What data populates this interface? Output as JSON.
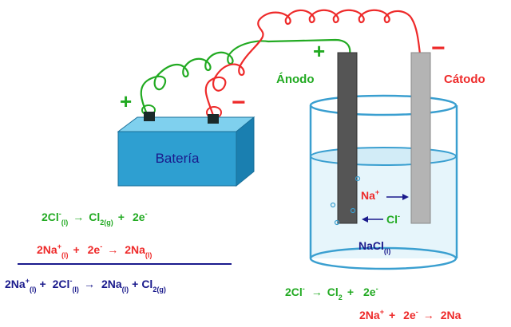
{
  "colors": {
    "green": "#22aa22",
    "red": "#ee2a2a",
    "navy": "#1a1a8c",
    "battery": "#2e9fd1"
  },
  "battery": {
    "label": "Batería",
    "pos_sign": "+",
    "neg_sign": "−"
  },
  "electrodes": {
    "anode_label": "Ánodo",
    "anode_sign": "+",
    "cathode_label": "Cátodo",
    "cathode_sign": "−"
  },
  "ions": {
    "na_base": "Na",
    "na_sup": "+",
    "cl_base": "Cl",
    "cl_sup": "-",
    "salt_base": "NaCl",
    "salt_sub": "(l)"
  },
  "equations": {
    "eq1": {
      "a_base": "2Cl",
      "a_sup": "-",
      "a_sub": "(l)",
      "arrow": "→",
      "b_base": "Cl",
      "b_sub": "2(g)",
      "plus": "+",
      "c": "2e",
      "c_sup": "-"
    },
    "eq2": {
      "a_base": "2Na",
      "a_sup": "+",
      "a_sub": "(l)",
      "plus": "+",
      "b": "2e",
      "b_sup": "-",
      "arrow": "→",
      "c_base": "2Na",
      "c_sub": "(l)"
    },
    "eq3": {
      "a_base": "2Na",
      "a_sup": "+",
      "a_sub": "(l)",
      "plus": "+",
      "b_base": "2Cl",
      "b_sup": "-",
      "b_sub": "(l)",
      "arrow": "→",
      "c_base": "2Na",
      "c_sub": "(l)",
      "plus2": "+",
      "d_base": "Cl",
      "d_sub": "2(g)"
    },
    "eq4": {
      "a": "2Cl",
      "a_sup": "-",
      "arrow": "→",
      "b": "Cl",
      "b_sub": "2",
      "plus": "+",
      "c": "2e",
      "c_sup": "-"
    },
    "eq5": {
      "a": "2Na",
      "a_sup": "+",
      "plus": "+",
      "b": "2e",
      "b_sup": "-",
      "arrow": "→",
      "c": "2Na"
    }
  }
}
